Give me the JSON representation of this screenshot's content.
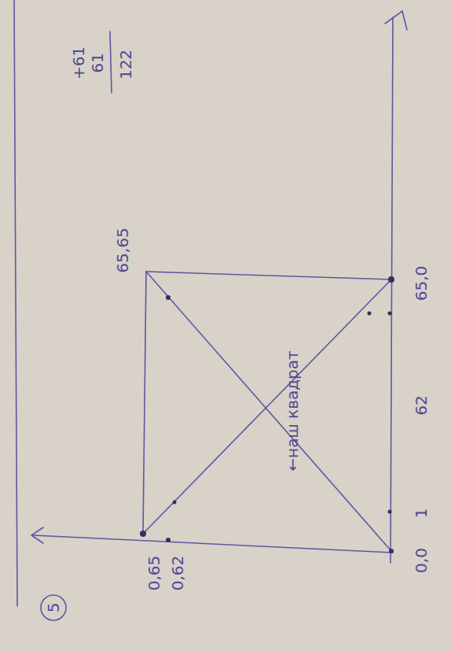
{
  "diagram": {
    "labels": [
      "5",
      "0,65",
      "0,62",
      "65,65",
      "65,0",
      "62",
      "0,0",
      "1",
      "←наш квадрат",
      "+61",
      "61",
      "122"
    ]
  }
}
